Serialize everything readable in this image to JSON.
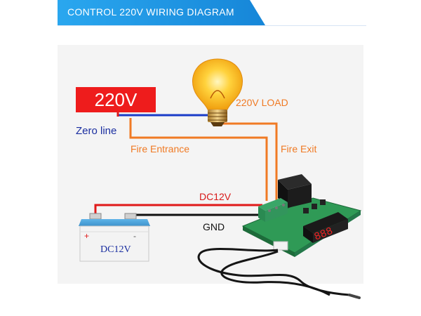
{
  "header": {
    "title": "CONTROL 220V WIRING DIAGRAM"
  },
  "labels": {
    "supply": "220V",
    "zero_line": "Zero line",
    "fire_entrance": "Fire Entrance",
    "fire_exit": "Fire Exit",
    "load": "220V LOAD",
    "dc12v": "DC12V",
    "gnd": "GND",
    "battery": "DC12V",
    "battery_plus": "+",
    "battery_minus": "-"
  },
  "colors": {
    "banner": "#1e9be8",
    "supply_box": "#ee1c1c",
    "zero_wire": "#1a3cc8",
    "fire_wire": "#f07a24",
    "dc_wire": "#e01a1a",
    "gnd_wire": "#111111",
    "pcb": "#2f9a56",
    "segment_display": "#ee2222"
  },
  "icons": [
    "light-bulb-icon",
    "battery-icon",
    "thermostat-board-icon",
    "temperature-probe-icon"
  ]
}
